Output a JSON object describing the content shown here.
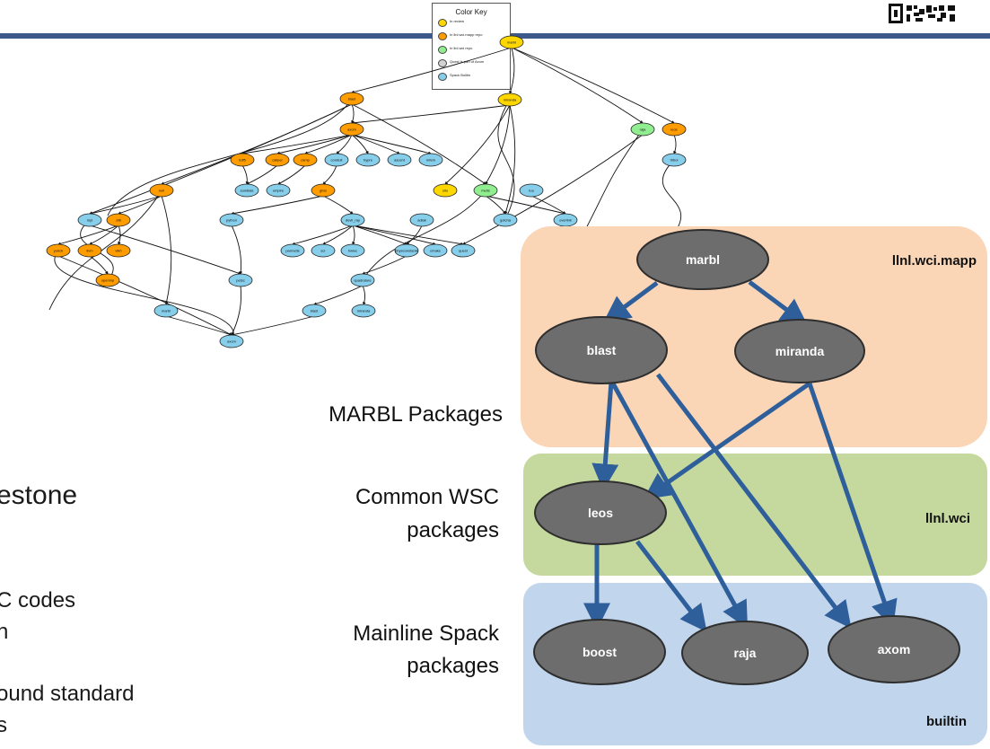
{
  "color_key": {
    "title": "Color Key",
    "items": [
      {
        "label": "In review",
        "color": "#ffd700"
      },
      {
        "label": "In llnl.wci.mapp repo",
        "color": "#ff9d00"
      },
      {
        "label": "In llnl.wci repo",
        "color": "#90ee90"
      },
      {
        "label": "Quest is part of Axom",
        "color": "#d3d3d3"
      },
      {
        "label": "Spack Builtin",
        "color": "#87ceeb"
      }
    ]
  },
  "small_graph": {
    "nodes": [
      "marbl",
      "blast",
      "miranda",
      "axom",
      "hdf5",
      "caliper",
      "camp",
      "conduit",
      "hypre",
      "ascent",
      "mfem",
      "raja",
      "leos",
      "tribol",
      "sundials",
      "umpire",
      "glvis",
      "kull",
      "silo",
      "metis",
      "lua",
      "mpi",
      "zlib",
      "python",
      "devil_ray",
      "adiak",
      "gotcha",
      "overlink",
      "yorick",
      "llvm",
      "vtkh",
      "parmetis",
      "scr",
      "hwloc",
      "physconstants",
      "cmake",
      "quest",
      "openmp",
      "petsc",
      "quadrature"
    ]
  },
  "main_graph": {
    "regions": [
      {
        "label": "llnl.wci.mapp",
        "color": "#fad5b6"
      },
      {
        "label": "llnl.wci",
        "color": "#c5d99e"
      },
      {
        "label": "builtin",
        "color": "#c1d5ed"
      }
    ],
    "nodes": {
      "marbl": "marbl",
      "blast": "blast",
      "miranda": "miranda",
      "leos": "leos",
      "boost": "boost",
      "raja": "raja",
      "axom": "axom"
    },
    "edge_color": "#2f5f9a",
    "node_color": "#6d6d6d"
  },
  "labels": {
    "marbl_packages": "MARBL Packages",
    "common_wsc_line1": "Common WSC",
    "common_wsc_line2": "packages",
    "mainline_line1": "Mainline Spack",
    "mainline_line2": "packages"
  },
  "partial_text": {
    "milestone": "estone",
    "line1": "C codes",
    "line2": "n",
    "line3": "ound standard",
    "line4": "s"
  }
}
